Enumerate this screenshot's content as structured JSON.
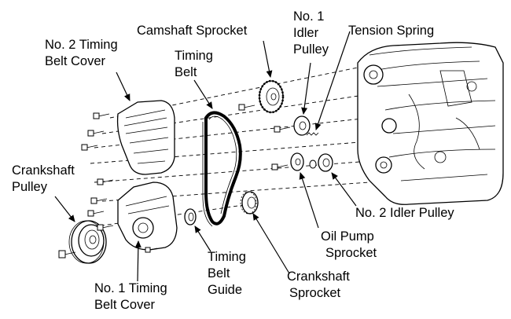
{
  "labels": {
    "camshaft_sprocket": "Camshaft Sprocket",
    "no1_idler_line1": "No. 1",
    "no1_idler_line2": "Idler",
    "no1_idler_line3": "Pulley",
    "tension_spring": "Tension Spring",
    "no2_cover_line1": "No. 2 Timing",
    "no2_cover_line2": "Belt Cover",
    "timing_belt_line1": "Timing",
    "timing_belt_line2": "Belt",
    "crank_pulley_line1": "Crankshaft",
    "crank_pulley_line2": "Pulley",
    "no2_idler": "No. 2 Idler Pulley",
    "oil_pump_line1": "Oil Pump",
    "oil_pump_line2": "Sprocket",
    "guide_line1": "Timing",
    "guide_line2": "Belt",
    "guide_line3": "Guide",
    "crank_sprocket_line1": "Crankshaft",
    "crank_sprocket_line2": "Sprocket",
    "no1_cover_line1": "No. 1 Timing",
    "no1_cover_line2": "Belt Cover"
  }
}
